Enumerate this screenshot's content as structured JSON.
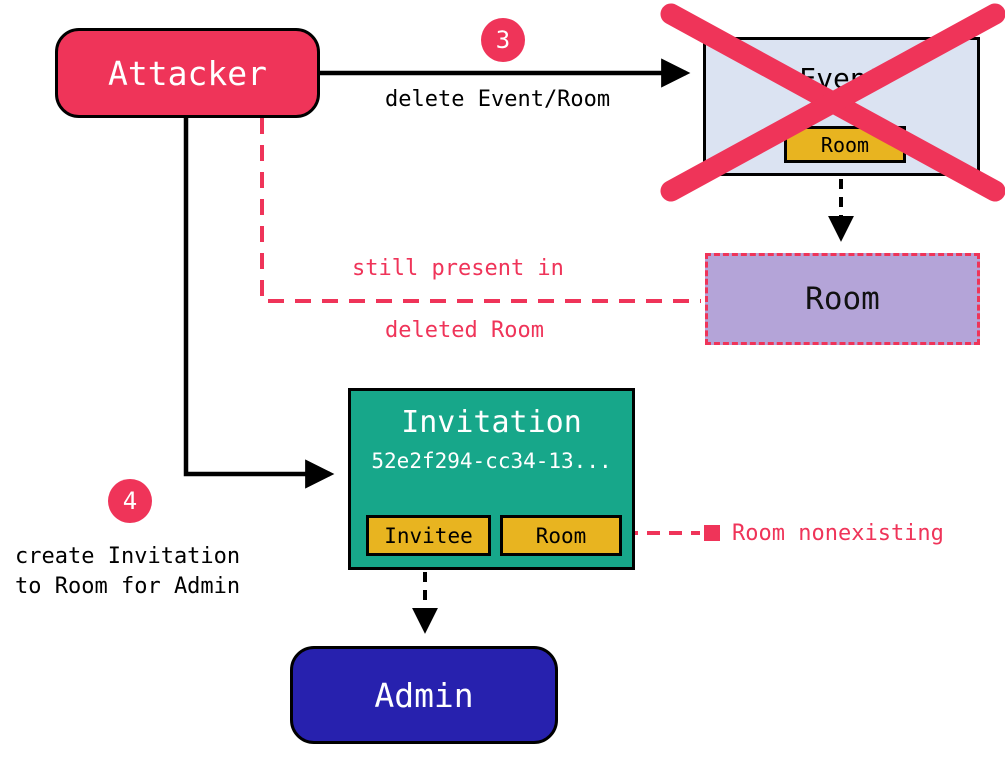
{
  "colors": {
    "red": "#ef3459",
    "yellow": "#e8b420",
    "teal": "#17a78a",
    "navy": "#2721ae",
    "event_fill": "#dbe3f2",
    "room_fill": "#b4a4d8",
    "black": "#000000",
    "white": "#ffffff"
  },
  "nodes": {
    "attacker": {
      "label": "Attacker"
    },
    "event": {
      "label": "Event",
      "room_label": "Room"
    },
    "room": {
      "label": "Room"
    },
    "invitation": {
      "label": "Invitation",
      "id": "52e2f294-cc34-13...",
      "invitee_label": "Invitee",
      "room_label": "Room"
    },
    "admin": {
      "label": "Admin"
    }
  },
  "annotations": {
    "step3": {
      "badge": "3",
      "label": "delete Event/Room"
    },
    "step4": {
      "badge": "4",
      "line1": "create Invitation",
      "line2": "to Room for Admin"
    },
    "still_present": {
      "line1": "still present in",
      "line2": "deleted Room"
    },
    "room_nonexisting": {
      "label": "Room nonexisting"
    }
  },
  "icons": {
    "deleted_cross": "red-x-crossout",
    "nonexisting_marker": "red-square-bullet",
    "arrowhead": "black-triangle"
  }
}
